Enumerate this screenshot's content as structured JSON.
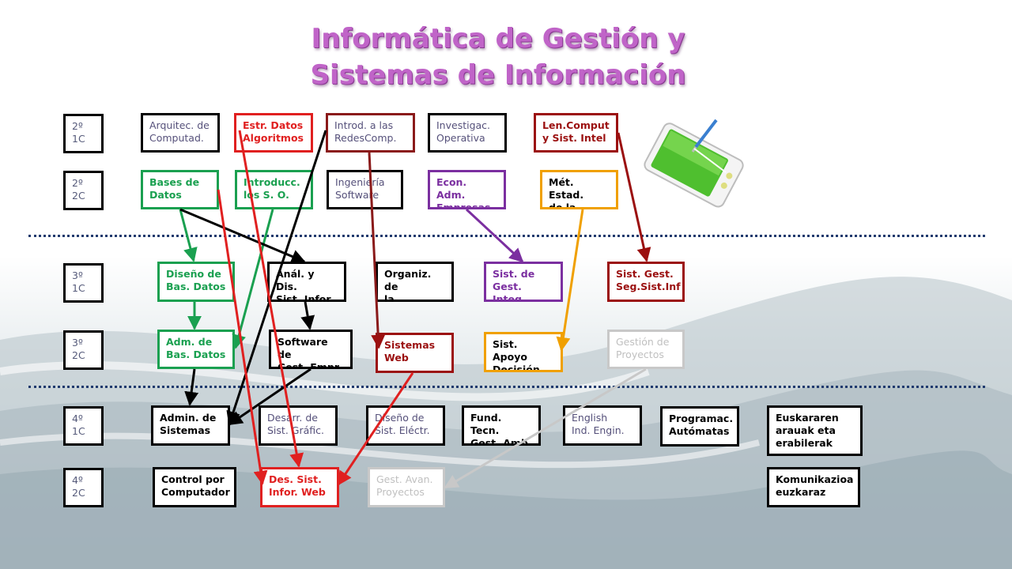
{
  "title": {
    "line1": "Informática de Gestión y",
    "line2": "Sistemas de Información"
  },
  "courses": {
    "y2c1": {
      "label": "2º\n1C",
      "arquitec": "Arquitec. de\nComputad.",
      "estr": "Estr. Datos\nAlgoritmos",
      "introd_redes": "Introd. a las\nRedesComp.",
      "investig": "Investigac.\nOperativa",
      "lencomput": "Len.Comput\ny  Sist. Intel"
    },
    "y2c2": {
      "label": "2º\n2C",
      "bases": "Bases de\nDatos",
      "introducc": "Introducc.\nlos S. O.",
      "ingenieria": "Ingeniería\nSoftware",
      "econ": "Econ. Adm.\nEmpresas",
      "met": "Mét. Estad.\nde la Ingen."
    },
    "y3c1": {
      "label": "3º\n1C",
      "diseno_bd": "Diseño de\nBas. Datos",
      "analisis": "Anál. y Dis.\nSist. Infor.",
      "organiz": "Organiz. de\nla Producc.",
      "sist_integ": "Sist. de\nGest. Integ.",
      "sist_seg": "Sist. Gest.\nSeg.Sist.Inf"
    },
    "y3c2": {
      "label": "3º\n2C",
      "adm_bd": "Adm. de\nBas. Datos",
      "software": "Software de\nGest. Empr.",
      "sist_web": "Sistemas\nWeb",
      "apoyo": "Sist.  Apoyo\nDecisión",
      "gestion_proy": "Gestión de\nProyectos"
    },
    "y4c1": {
      "label": "4º\n1C",
      "admin_sist": "Admin. de\nSistemas",
      "desarr": "Desarr. de\nSist. Gráfic.",
      "diseno_elec": "Diseño de\nSist. Eléctr.",
      "fund": "Fund. Tecn.\nGest. Amb.",
      "english": "English\nInd. Engin.",
      "programac": "Programac.\nAutómatas",
      "euskara": "Euskararen\narauak eta\nerabilerak"
    },
    "y4c2": {
      "label": "4º\n2C",
      "control": "Control por\nComputador",
      "des_web": "Des. Sist.\nInfor. Web",
      "gest_avan": "Gest. Avan.\nProyectos",
      "komunik": "Komunikazioa\neuzkaraz"
    }
  },
  "colors": {
    "black": "#000000",
    "red": "#e02020",
    "dark_red": "#9b1010",
    "green": "#1aa050",
    "purple": "#7b2fa0",
    "orange": "#f0a000",
    "gray": "#c8c8c8"
  },
  "icons": [
    "tablet-stylus-icon"
  ]
}
